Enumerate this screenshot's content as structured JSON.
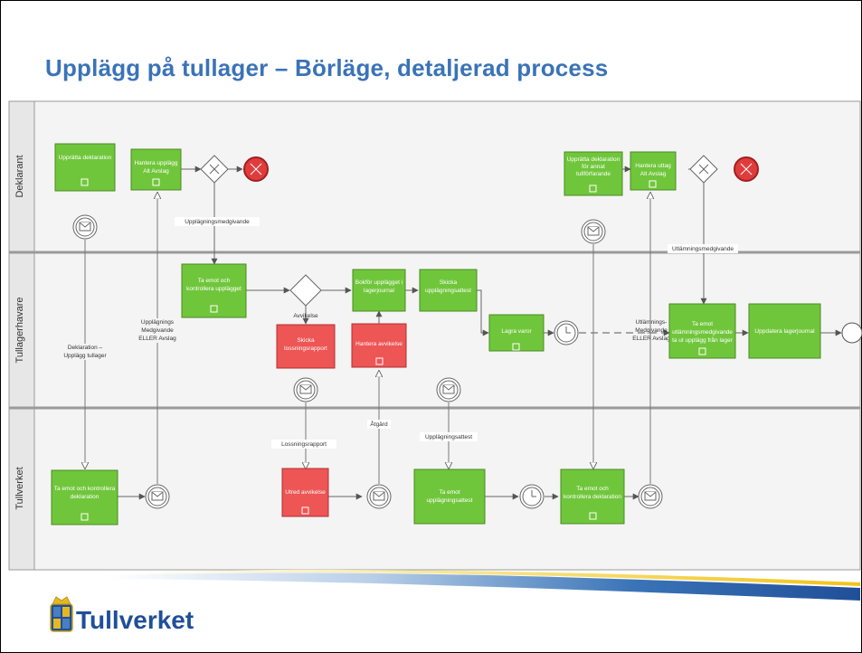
{
  "slide": {
    "title": "Upplägg på tullager – Börläge, detaljerad process",
    "logo_text": "Tullverket"
  },
  "lanes": [
    {
      "id": "deklarant",
      "label": "Deklarant"
    },
    {
      "id": "tullagerhavare",
      "label": "Tullagerhavare"
    },
    {
      "id": "tullverket",
      "label": "Tullverket"
    }
  ],
  "tasks": {
    "upprätta_deklaration": "Upprätta deklaration",
    "hantera_upplagg": "Hantera upplägg Alt Avslag",
    "upprätta_deklaration_annat": "Upprätta deklaration för annat tullförfarande",
    "hantera_uttag": "Hantera uttag Alt Avslag",
    "ta_emot_kontrollera_upplagget": "Ta emot och kontrollera upplägget",
    "bokfor_upplagget": "Bokför upplägget i lagerjournal",
    "skicka_upplaggningsattest": "Skicka upplägningsattest",
    "skicka_lossningsrapport": "Skicka lossningsrapport",
    "hantera_avvikelse": "Hantera avvikelse",
    "lagra_varor": "Lagra varor",
    "ta_emot_utlamning": "Ta emot utlämningsmedgivande ta ut upplägg från lager",
    "uppdatera_lagerjournal": "Uppdatera lagerjournal",
    "ta_emot_kontrollera_deklaration_1": "Ta emot och kontrollera deklaration",
    "utred_avvikelse": "Utred avvikelse",
    "ta_emot_upplaggningsattest": "Ta emot upplägningsattest",
    "ta_emot_kontrollera_deklaration_2": "Ta emot och kontrollera deklaration"
  },
  "flow_labels": {
    "upplaggningsmedgivande": "Upplägningsmedgivande",
    "utlamningsmedgivande": "Utlämningsmedgivande",
    "avvikelse": "Avvikelse",
    "deklaration_upplagg": "Deklaration – Upplägg tullager",
    "upplaggnings_medgivande_eller": "Upplägnings Medgivande ELLER Avslag",
    "lossningsrapport": "Lossningsrapport",
    "atgard": "Åtgärd",
    "upplaggningsattest": "Upplägningsattest",
    "utlamnings_medgivande_eller": "Utlämnings- Medgivande ELLER Avslag"
  },
  "colors": {
    "title": "#3a73b7",
    "task_green": "#70c63b",
    "task_red": "#ee5555",
    "end_event": "#e03c3c",
    "lane_bg": "#f1f1f1",
    "lane_header_bg": "#e7e7e7"
  }
}
